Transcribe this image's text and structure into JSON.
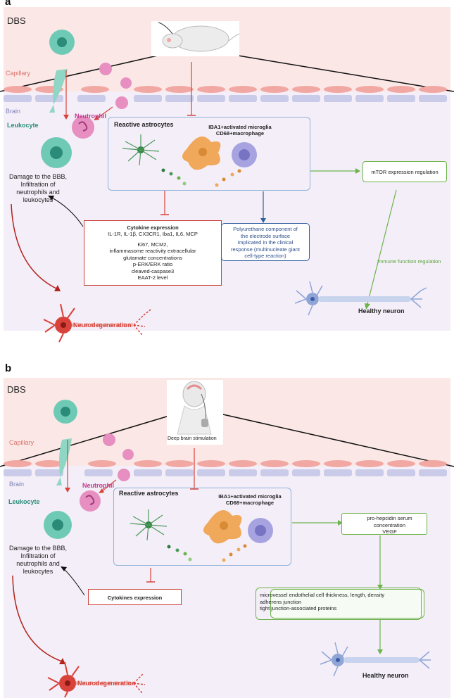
{
  "panel_a": {
    "letter": "a",
    "dbs": "DBS",
    "capillary": "Capillary",
    "brain": "Brain",
    "neutrophil": "Neutrophil",
    "leukocyte": "Leukocyte",
    "damage_lines": [
      "Damage to the BBB,",
      "Infiltration of",
      "neutrophils and",
      "leukocytes"
    ],
    "reactive_astrocytes": "Reactive astrocytes",
    "iba_line1": "IBA1+activated microglia",
    "iba_line2": "CD68+macrophage",
    "cytokine_title": "Cytokine expression",
    "cytokine_lines": [
      "IL-1R, IL-1β, CX3CR1, Iba1, IL6, MCP",
      "",
      "Ki67, MCM2,",
      "inflammasome reactivity extracellular",
      "glutamate concentrations",
      "p-ERK/ERK ratio",
      "cleaved-caspase3",
      "EAAT-2 level"
    ],
    "polyurethane_lines": [
      "Polyurethane component of",
      "the electrode surface",
      "implicated  in the clinical",
      "response (multinucleate giant",
      "cell-type reaction)"
    ],
    "mtor": "mTOR expression regulation",
    "immune": "Immune function regulation",
    "healthy_neuron": "Healthy neuron",
    "neurodegeneration": "Neurodegeneration"
  },
  "panel_b": {
    "letter": "b",
    "dbs": "DBS",
    "capillary": "Capillary",
    "brain": "Brain",
    "deep_brain": "Deep brain stimulation",
    "neutrophil": "Neutrophil",
    "leukocyte": "Leukocyte",
    "damage_lines": [
      "Damage to the BBB,",
      "Infiltration of",
      "neutrophils and",
      "leukocytes"
    ],
    "reactive_astrocytes": "Reactive astrocytes",
    "iba_line1": "IBA1+activated microglia",
    "iba_line2": "CD68+macrophage",
    "cytokines": "Cytokines expression",
    "hepcidin_lines": [
      "pro-hepcidin serum",
      "concentration",
      "VEGF"
    ],
    "microvessel_lines": [
      "microvessel endothelial cell thickness, length, density",
      "adherens junction",
      "tight junction-associated proteins"
    ],
    "healthy_neuron": "Healthy neuron",
    "neurodegeneration": "Neurodegeneration"
  },
  "colors": {
    "capillary_bg": "#fbe8e6",
    "brain_bg": "#f4eef8",
    "endothelial": "#f2a8a2",
    "brain_cell": "#c9cbe8",
    "red_arrow": "#d9423a",
    "green_arrow": "#6cb34a",
    "navy_arrow": "#2f5f9e",
    "leukocyte": "#6fcab5",
    "neutrophil": "#e68fc0",
    "astrocyte": "#4a9a5a",
    "microglia": "#f0a85a",
    "macrophage": "#a7a3e0",
    "neuron_healthy": "#8fa5d6",
    "neuron_degen": "#d9423a"
  }
}
